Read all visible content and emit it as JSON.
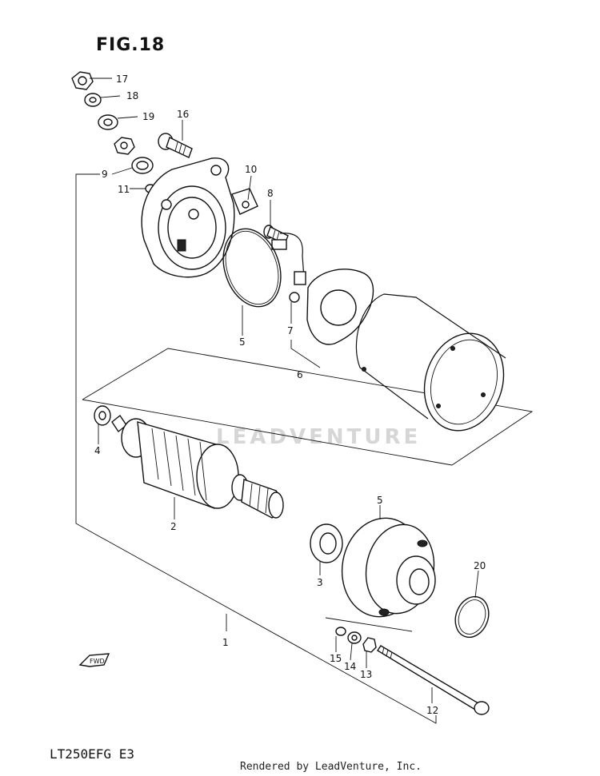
{
  "figure": {
    "title": "FIG.18",
    "model_code": "LT250EFG  E3"
  },
  "footer": {
    "credit": "Rendered by LeadVenture, Inc."
  },
  "watermark": {
    "text": "LEADVENTURE"
  },
  "callouts": {
    "c17": "17",
    "c18": "18",
    "c19": "19",
    "c16": "16",
    "c9a": "9",
    "c11": "11",
    "c10": "10",
    "c8": "8",
    "c5a": "5",
    "c7": "7",
    "c6": "6",
    "c4": "4",
    "c2": "2",
    "c5b": "5",
    "c3": "3",
    "c20": "20",
    "c1": "1",
    "c15": "15",
    "c14": "14",
    "c13": "13",
    "c12": "12"
  },
  "fwd_label": "FWD"
}
